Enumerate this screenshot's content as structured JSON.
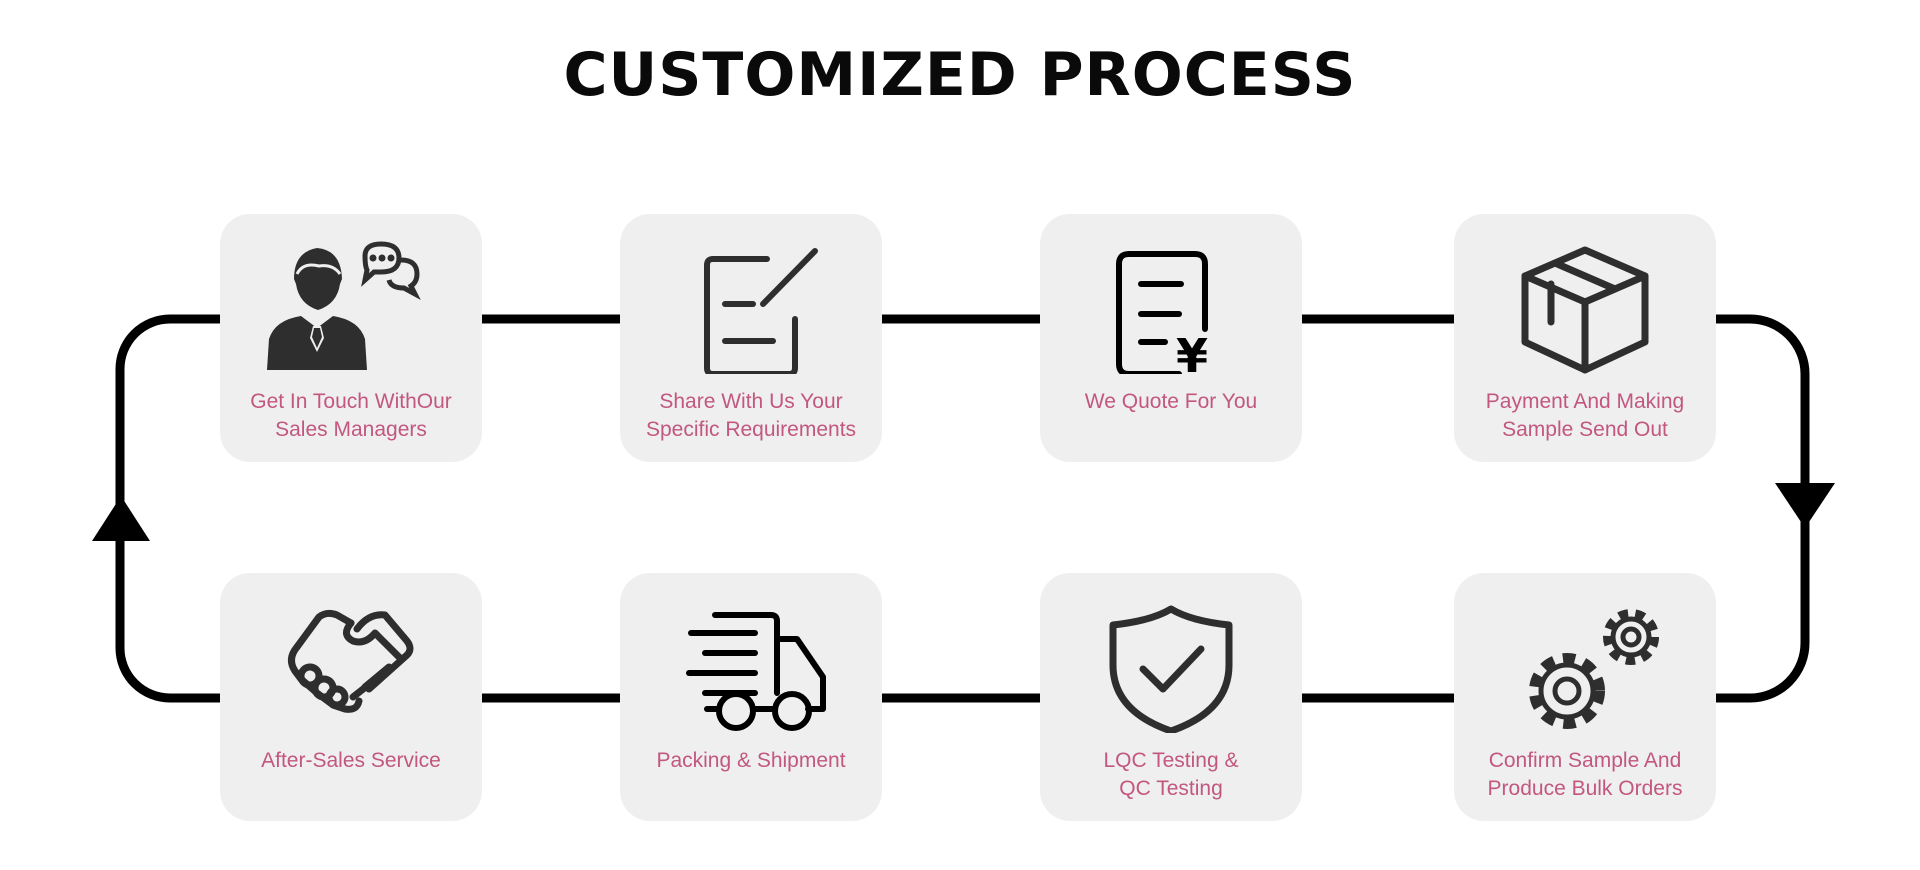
{
  "title": "CUSTOMIZED PROCESS",
  "colors": {
    "line": "#000000",
    "card": "#efefef",
    "icon": "#2e2e2e",
    "label": "#c2577f"
  },
  "steps": [
    {
      "icon": "sales-manager-icon",
      "lines": [
        "Get In Touch WithOur",
        "Sales Managers"
      ]
    },
    {
      "icon": "edit-form-icon",
      "lines": [
        "Share With Us Your",
        "Specific Requirements"
      ]
    },
    {
      "icon": "quote-document-icon",
      "lines": [
        "We Quote For You"
      ]
    },
    {
      "icon": "package-box-icon",
      "lines": [
        "Payment And Making",
        "Sample Send Out"
      ]
    },
    {
      "icon": "gears-icon",
      "lines": [
        "Confirm Sample And",
        "Produce Bulk Orders"
      ]
    },
    {
      "icon": "shield-check-icon",
      "lines": [
        "LQC Testing &",
        "QC Testing"
      ]
    },
    {
      "icon": "delivery-truck-icon",
      "lines": [
        "Packing & Shipment"
      ]
    },
    {
      "icon": "handshake-icon",
      "lines": [
        "After-Sales Service"
      ]
    }
  ]
}
